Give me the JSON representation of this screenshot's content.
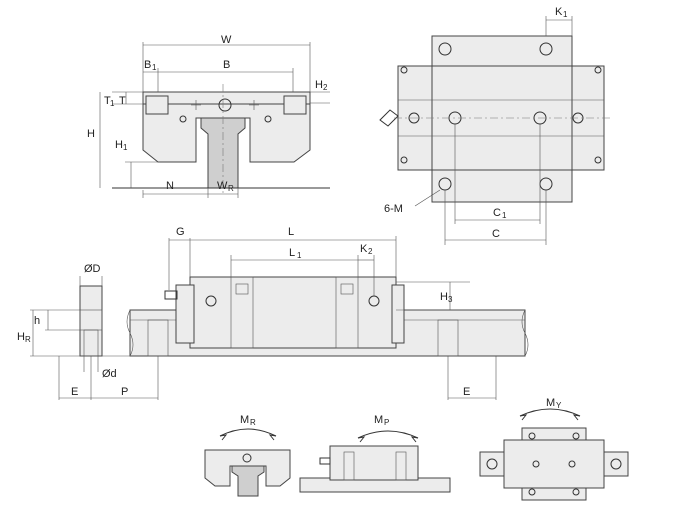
{
  "labels": {
    "W": "W",
    "B1": "B",
    "B1_sub": "1",
    "B": "B",
    "H2": "H",
    "H2_sub": "2",
    "T1": "T",
    "T1_sub": "1",
    "T": "T",
    "H": "H",
    "H1": "H",
    "H1_sub": "1",
    "N": "N",
    "WR": "W",
    "WR_sub": "R",
    "K1": "K",
    "K1_sub": "1",
    "M": "6-M",
    "C1": "C",
    "C1_sub": "1",
    "C": "C",
    "G": "G",
    "L": "L",
    "L1": "L",
    "L1_sub": "1",
    "K2": "K",
    "K2_sub": "2",
    "H3": "H",
    "H3_sub": "3",
    "D": "ØD",
    "h": "h",
    "HR": "H",
    "HR_sub": "R",
    "d": "Ød",
    "E_left": "E",
    "P": "P",
    "E_right": "E",
    "MR": "M",
    "MR_sub": "R",
    "MP": "M",
    "MP_sub": "P",
    "MY": "M",
    "MY_sub": "Y"
  },
  "colors": {
    "line": "#333333",
    "fill": "#ececec",
    "shade": "#cfcfcf"
  }
}
